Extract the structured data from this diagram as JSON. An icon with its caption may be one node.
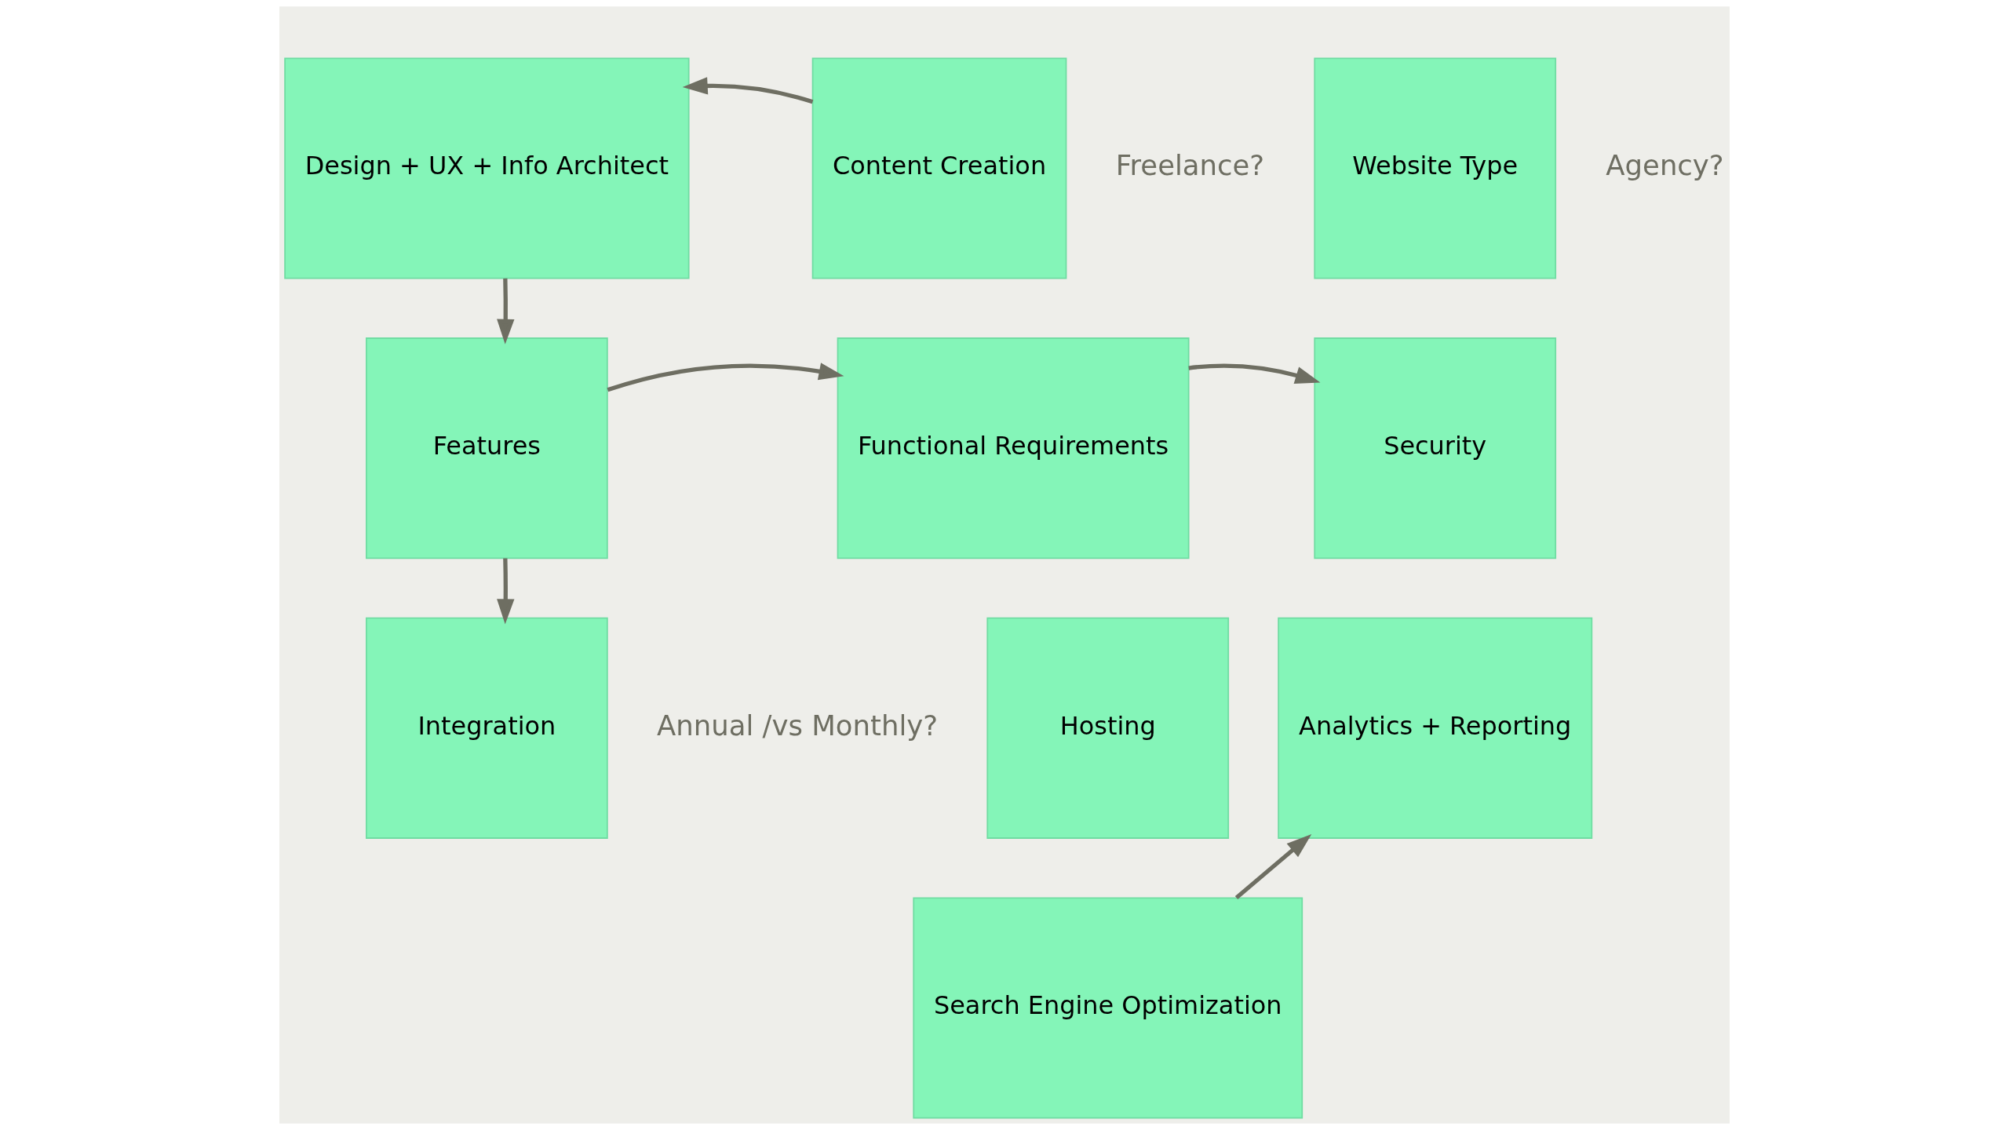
{
  "diagram": {
    "nodes": [
      {
        "text": [
          "Design + UX + Info Architect"
        ]
      },
      {
        "text": [
          "Content Creation"
        ]
      },
      {
        "text": [
          "Website Type"
        ]
      },
      {
        "text": [
          "Features"
        ]
      },
      {
        "text": [
          "Functional Requirements"
        ]
      },
      {
        "text": [
          "Security"
        ]
      },
      {
        "text": [
          "Integration"
        ]
      },
      {
        "text": [
          "Hosting"
        ]
      },
      {
        "text": [
          "Analytics + Reporting"
        ]
      },
      {
        "text": [
          "Search Engine Optimization"
        ]
      }
    ],
    "edges": [
      {
        "from": 1,
        "to": 0,
        "arrow": "to"
      },
      {
        "from": 0,
        "to": 3,
        "arrow": "to"
      },
      {
        "from": 3,
        "to": 6,
        "arrow": "to"
      },
      {
        "from": 3,
        "to": 4,
        "arrow": "to"
      },
      {
        "from": 4,
        "to": 5,
        "arrow": "to"
      },
      {
        "from": 9,
        "to": 8,
        "arrow": "to"
      }
    ],
    "labels": [
      "Freelance?",
      "Agency?",
      "Annual /vs Monthly?"
    ]
  }
}
